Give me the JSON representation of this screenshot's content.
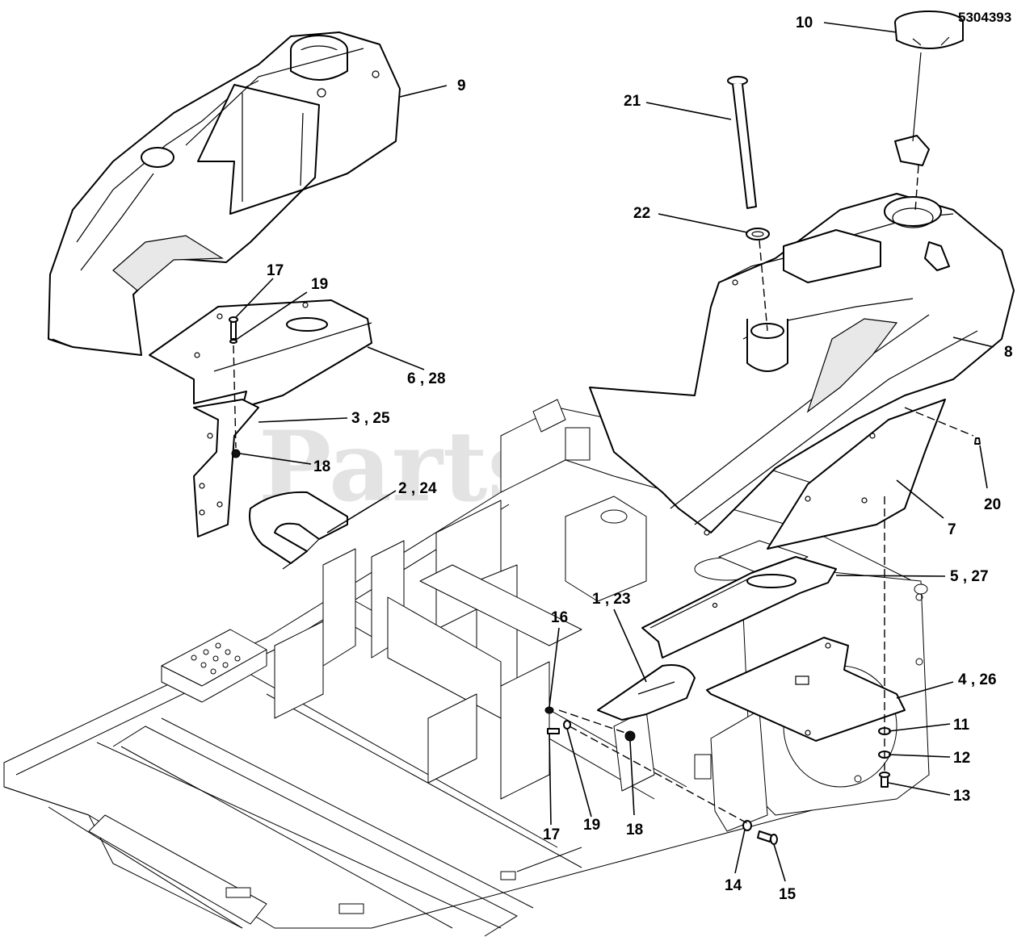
{
  "document_number": "5304393",
  "watermark": "PartsTree",
  "callouts": {
    "c1_23": "1 , 23",
    "c2_24": "2 , 24",
    "c3_25": "3 , 25",
    "c4_26": "4 , 26",
    "c5_27": "5 , 27",
    "c6_28": "6 , 28",
    "c7": "7",
    "c8": "8",
    "c9": "9",
    "c10": "10",
    "c11": "11",
    "c12": "12",
    "c13": "13",
    "c14": "14",
    "c15": "15",
    "c16": "16",
    "c17_left": "17",
    "c17_lower": "17",
    "c18_left": "18",
    "c18_lower": "18",
    "c19_left": "19",
    "c19_lower": "19",
    "c20": "20",
    "c21": "21",
    "c22": "22"
  }
}
